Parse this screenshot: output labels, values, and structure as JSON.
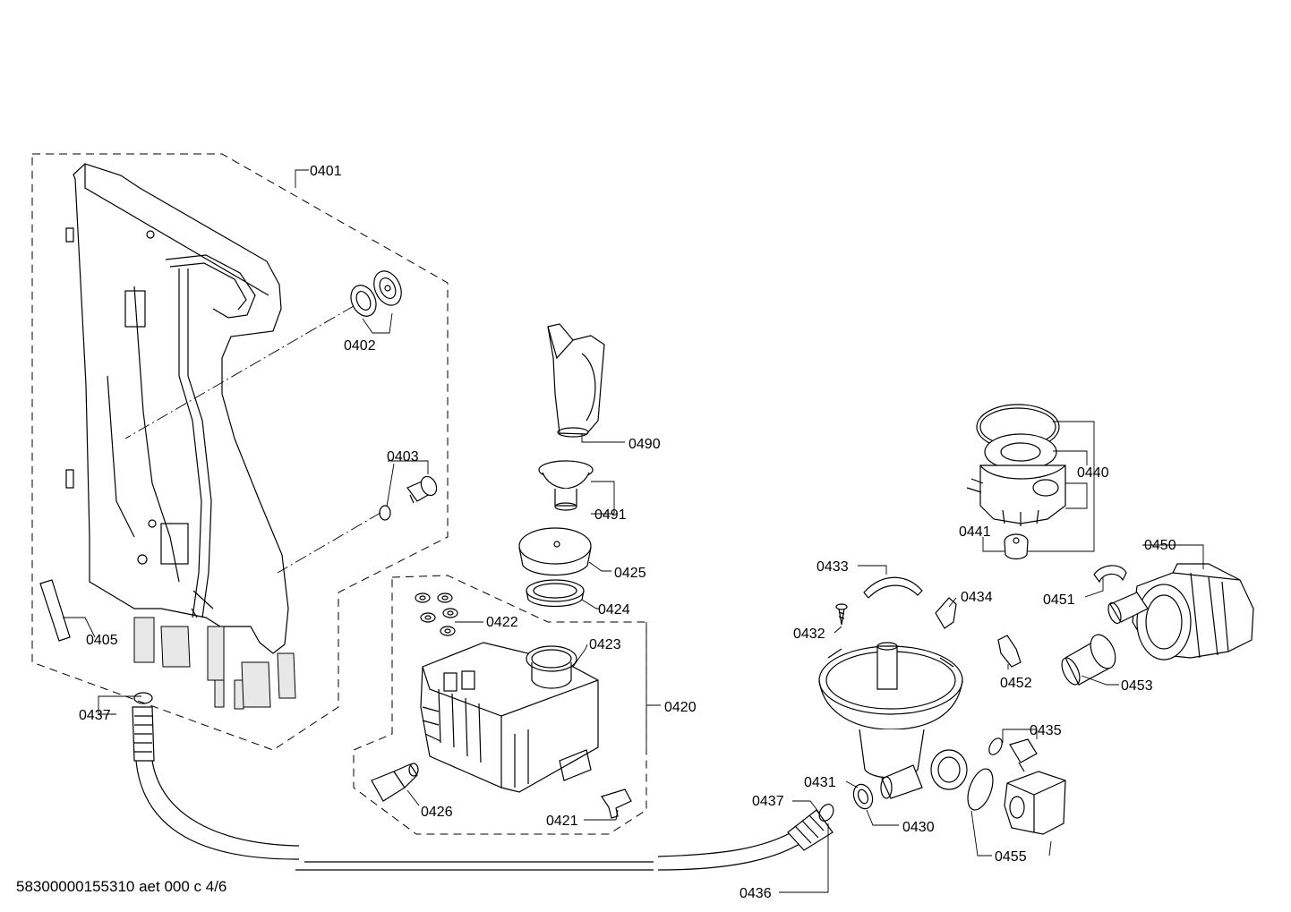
{
  "footer": {
    "code": "58300000155310 aet 000 c 4/6"
  },
  "labels": {
    "p0401": "0401",
    "p0402": "0402",
    "p0403": "0403",
    "p0405": "0405",
    "p0437a": "0437",
    "p0437b": "0437",
    "p0490": "0490",
    "p0491": "0491",
    "p0425": "0425",
    "p0424": "0424",
    "p0422": "0422",
    "p0423": "0423",
    "p0420": "0420",
    "p0426": "0426",
    "p0421": "0421",
    "p0440": "0440",
    "p0441": "0441",
    "p0450": "0450",
    "p0451": "0451",
    "p0433": "0433",
    "p0434": "0434",
    "p0432": "0432",
    "p0452": "0452",
    "p0453": "0453",
    "p0435": "0435",
    "p0431": "0431",
    "p0430": "0430",
    "p0455": "0455",
    "p0436": "0436"
  }
}
